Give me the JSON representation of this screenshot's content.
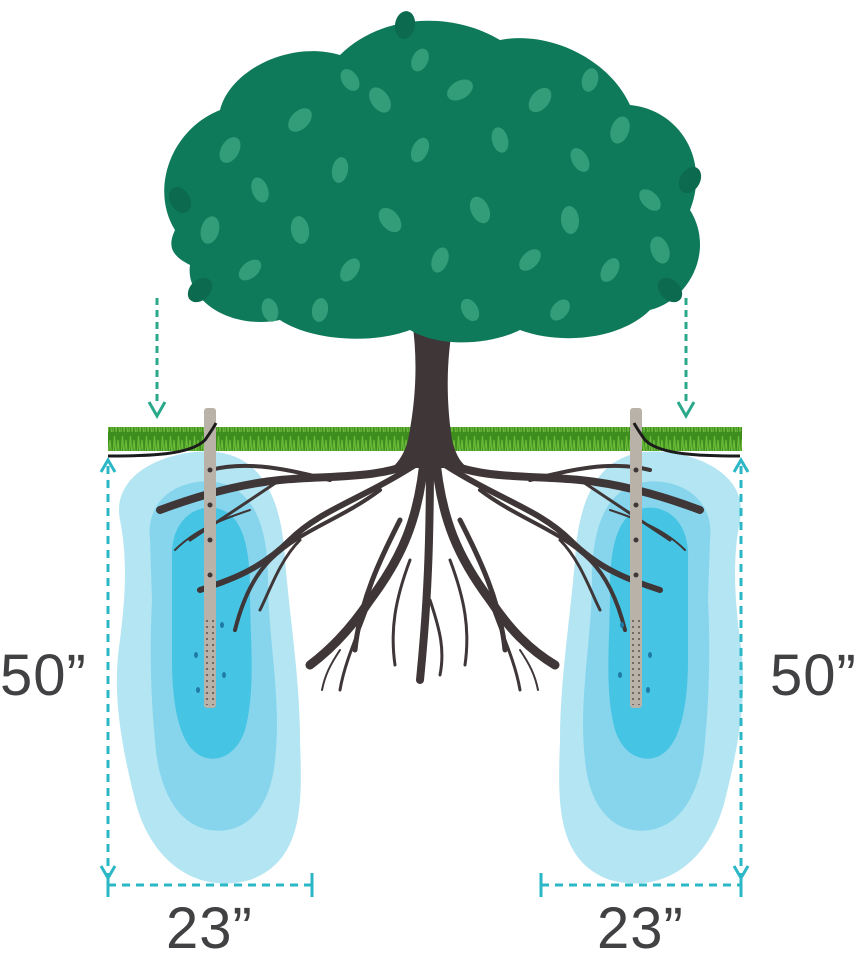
{
  "dimensions": {
    "left_depth": "50”",
    "right_depth": "50”",
    "left_width": "23”",
    "right_width": "23”"
  },
  "colors": {
    "canopy_dark": "#0f7a5a",
    "canopy_light": "#3aa37e",
    "trunk": "#3f3638",
    "grass": "#3b8a1e",
    "water_outer": "#aee3f2",
    "water_mid": "#7fd3ec",
    "water_inner": "#3cc3e3",
    "dimension_line": "#2bb7c6",
    "arrow": "#2aa88a",
    "text": "#414042",
    "stake": "#b9b2a8"
  },
  "icons": {
    "tree": "tree-icon",
    "stake": "watering-stake-icon",
    "arrow": "down-arrow-icon"
  }
}
